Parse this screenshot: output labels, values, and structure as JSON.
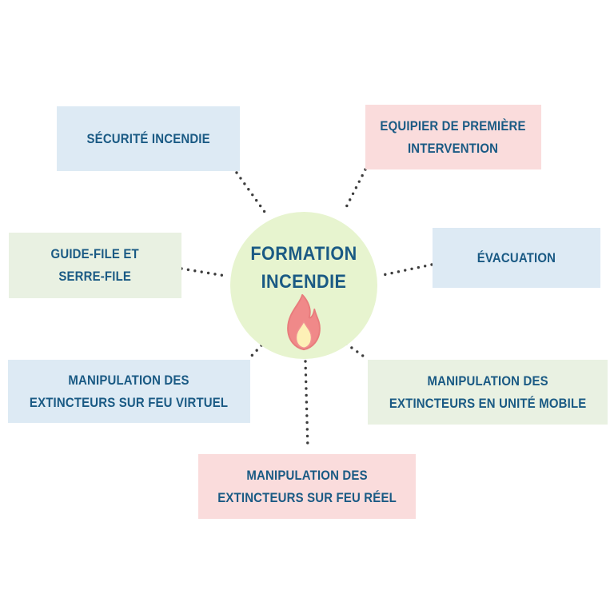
{
  "palette": {
    "background": "#ffffff",
    "box_blue": "#ddeaf4",
    "box_pink": "#fadcdc",
    "box_green": "#e9f1e2",
    "circle_green": "#e7f4cf",
    "text_blue": "#1a5a84",
    "dot_gray": "#3d3d3d",
    "flame_outer": "#f08989",
    "flame_outer_stroke": "#e87c7c",
    "flame_inner": "#fdf0b6",
    "flame_inner_stroke": "#ef9292"
  },
  "center": {
    "title": "FORMATION\nINCENDIE",
    "icon": "flame-icon"
  },
  "nodes": [
    {
      "id": "securite-incendie",
      "label": "SÉCURITÉ INCENDIE",
      "color": "blue"
    },
    {
      "id": "equipier-premiere-intervention",
      "label": "EQUIPIER DE PREMIÈRE\nINTERVENTION",
      "color": "pink"
    },
    {
      "id": "guide-file-serre-file",
      "label": "GUIDE-FILE ET\nSERRE-FILE",
      "color": "green"
    },
    {
      "id": "evacuation",
      "label": "ÉVACUATION",
      "color": "blue"
    },
    {
      "id": "manipulation-extincteurs-feu-virtuel",
      "label": "MANIPULATION DES\nEXTINCTEURS SUR FEU VIRTUEL",
      "color": "blue"
    },
    {
      "id": "manipulation-extincteurs-unite-mobile",
      "label": "MANIPULATION DES\nEXTINCTEURS EN UNITÉ MOBILE",
      "color": "green"
    },
    {
      "id": "manipulation-extincteurs-feu-reel",
      "label": "MANIPULATION DES\nEXTINCTEURS SUR FEU RÉEL",
      "color": "pink"
    }
  ]
}
